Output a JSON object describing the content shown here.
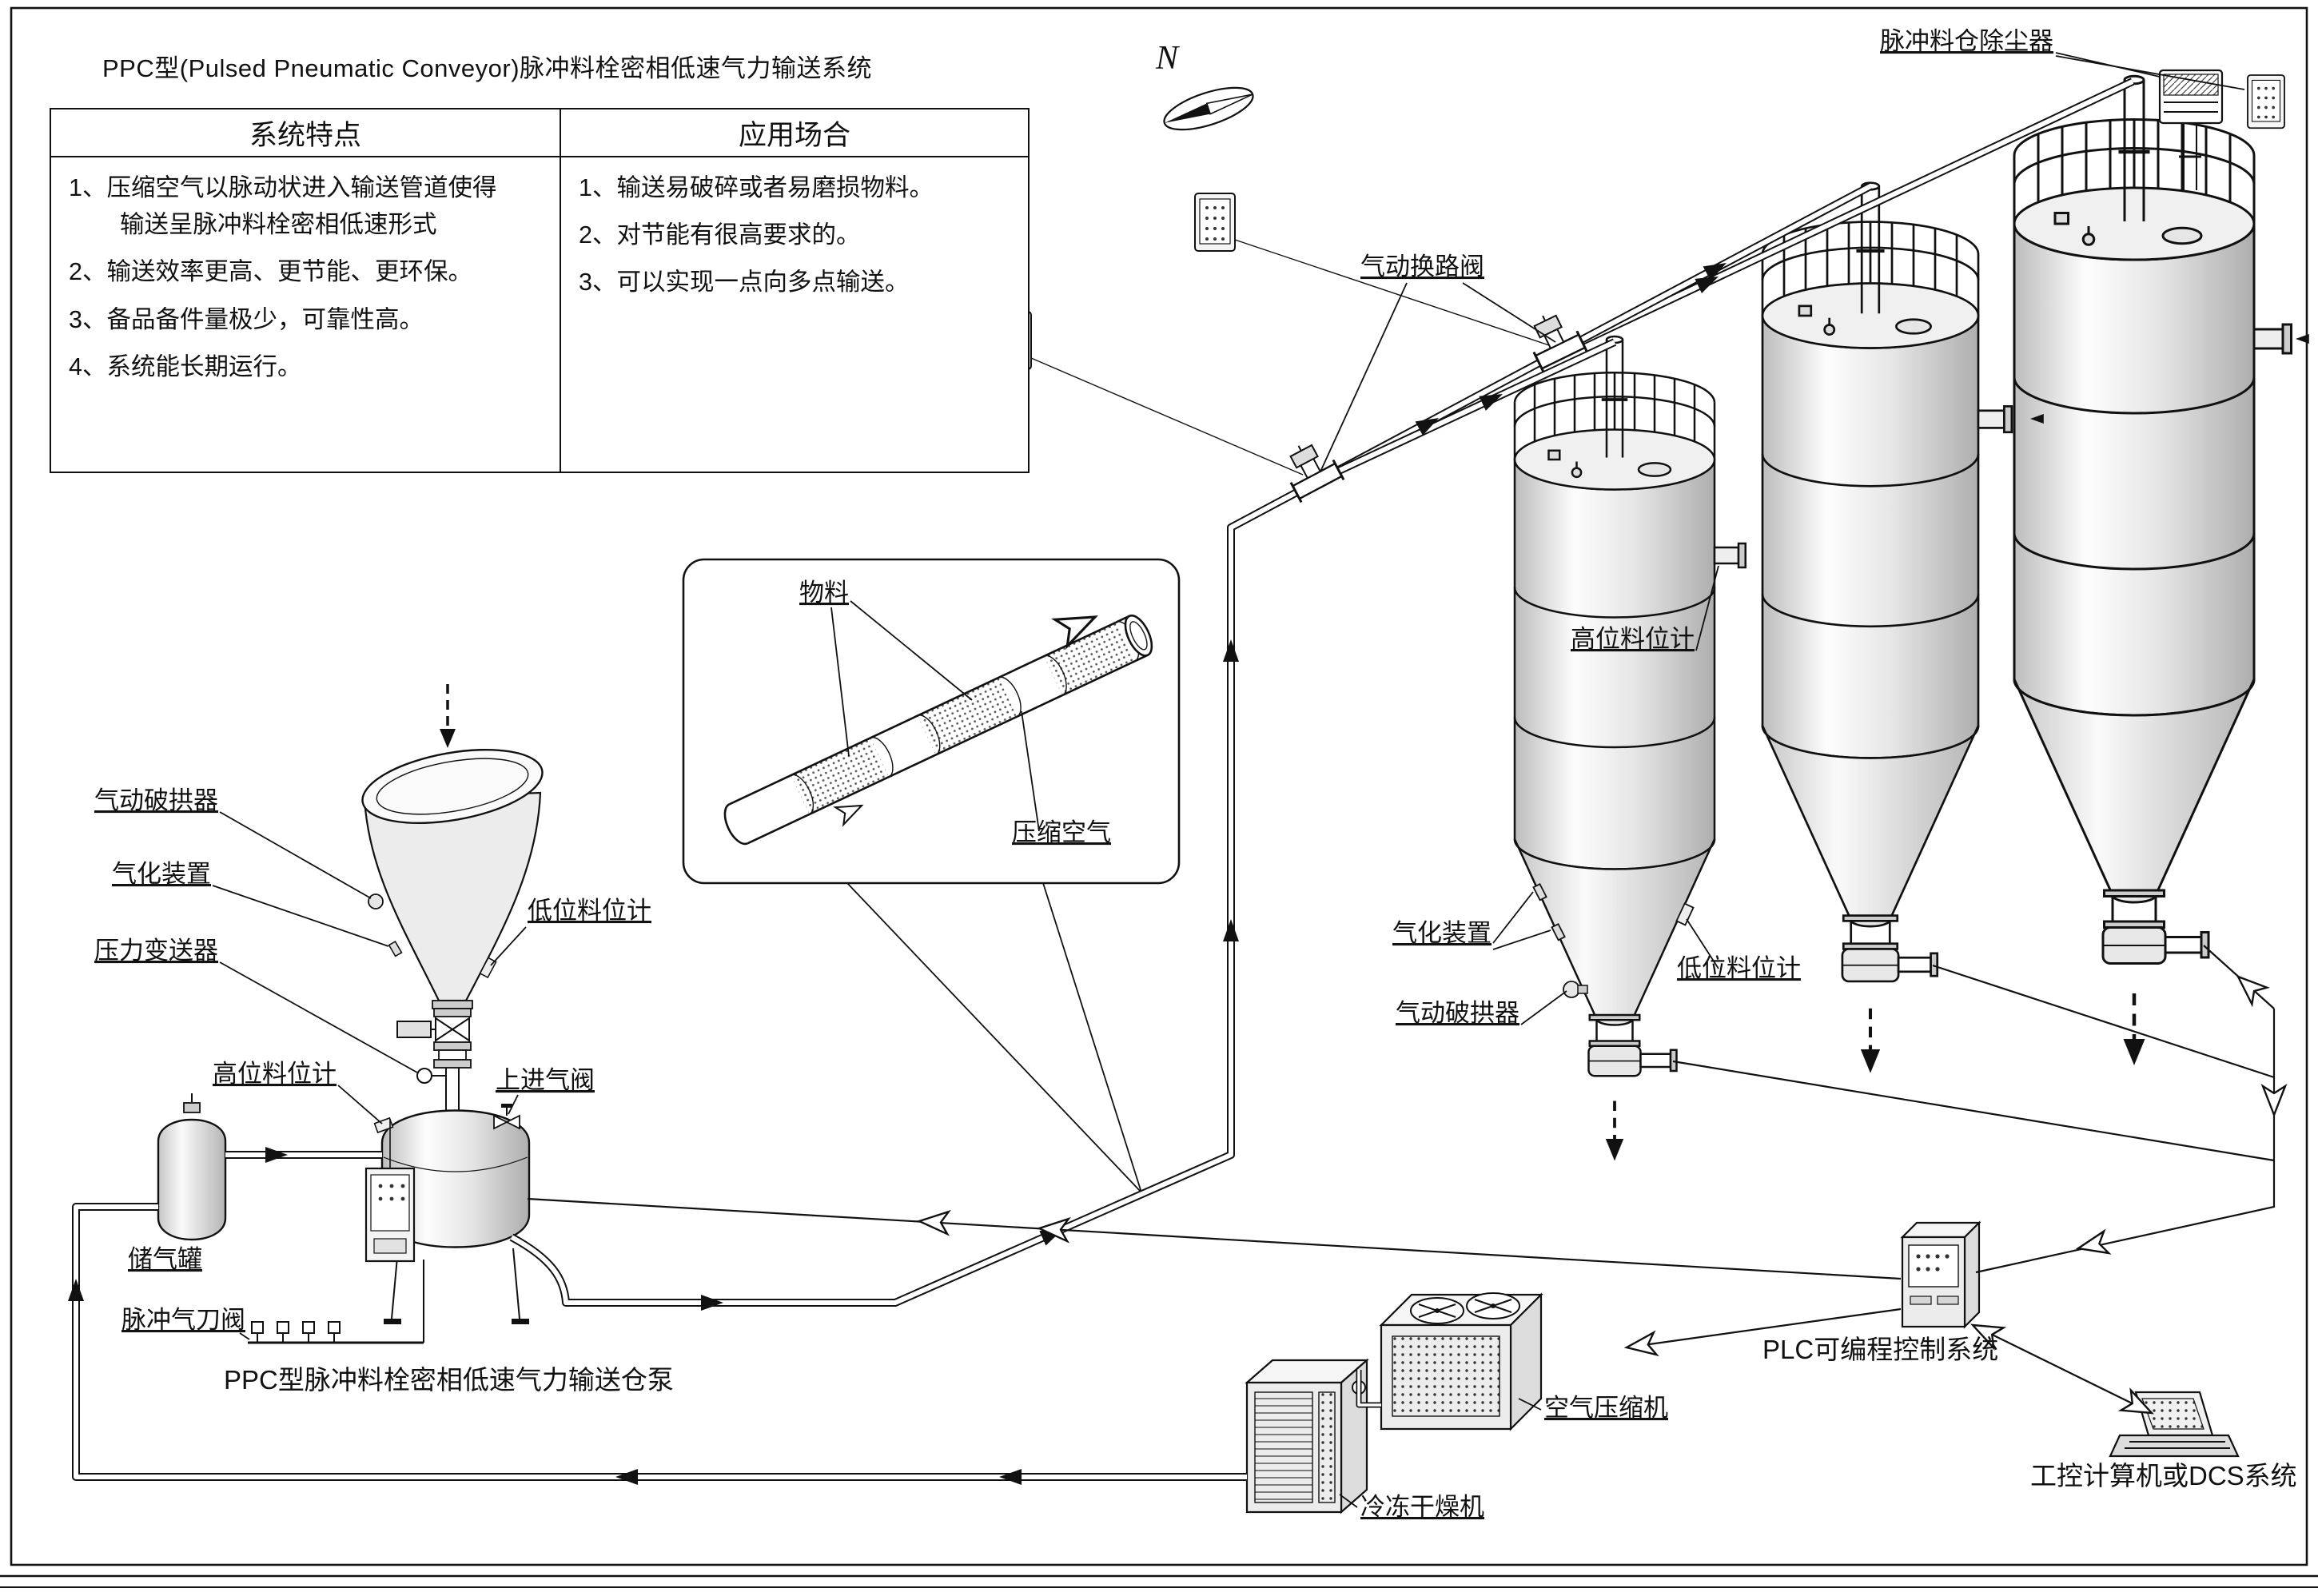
{
  "title": "PPC型(Pulsed Pneumatic Conveyor)脉冲料栓密相低速气力输送系统",
  "table": {
    "headers": {
      "features": "系统特点",
      "applications": "应用场合"
    },
    "features": [
      "1、压缩空气以脉动状进入输送管道使得",
      "输送呈脉冲料栓密相低速形式",
      "2、输送效率更高、更节能、更环保。",
      "3、备品备件量极少，可靠性高。",
      "4、系统能长期运行。"
    ],
    "applications": [
      "1、输送易破碎或者易磨损物料。",
      "2、对节能有很高要求的。",
      "3、可以实现一点向多点输送。"
    ]
  },
  "compass": {
    "north": "N"
  },
  "labels": {
    "silo_dust_collector": "脉冲料仓除尘器",
    "diverter_valve": "气动换路阀",
    "silo_high_level": "高位料位计",
    "silo_fluidizer": "气化装置",
    "silo_low_level": "低位料位计",
    "silo_arch_breaker": "气动破拱器",
    "inset_material": "物料",
    "inset_air": "压缩空气",
    "hopper_arch_breaker": "气动破拱器",
    "hopper_fluidizer": "气化装置",
    "hopper_low_level": "低位料位计",
    "pressure_transmitter": "压力变送器",
    "pump_high_level": "高位料位计",
    "top_inlet_valve": "上进气阀",
    "air_tank": "储气罐",
    "pulse_knife_valve": "脉冲气刀阀",
    "pump_caption": "PPC型脉冲料栓密相低速气力输送仓泵",
    "plc": "PLC可编程控制系统",
    "computer": "工控计算机或DCS系统",
    "compressor": "空气压缩机",
    "dryer": "冷冻干燥机"
  },
  "colors": {
    "ink": "#111111",
    "paper": "#ffffff",
    "metal_light": "#f0f0f0",
    "metal_dark": "#bfbfbf"
  }
}
